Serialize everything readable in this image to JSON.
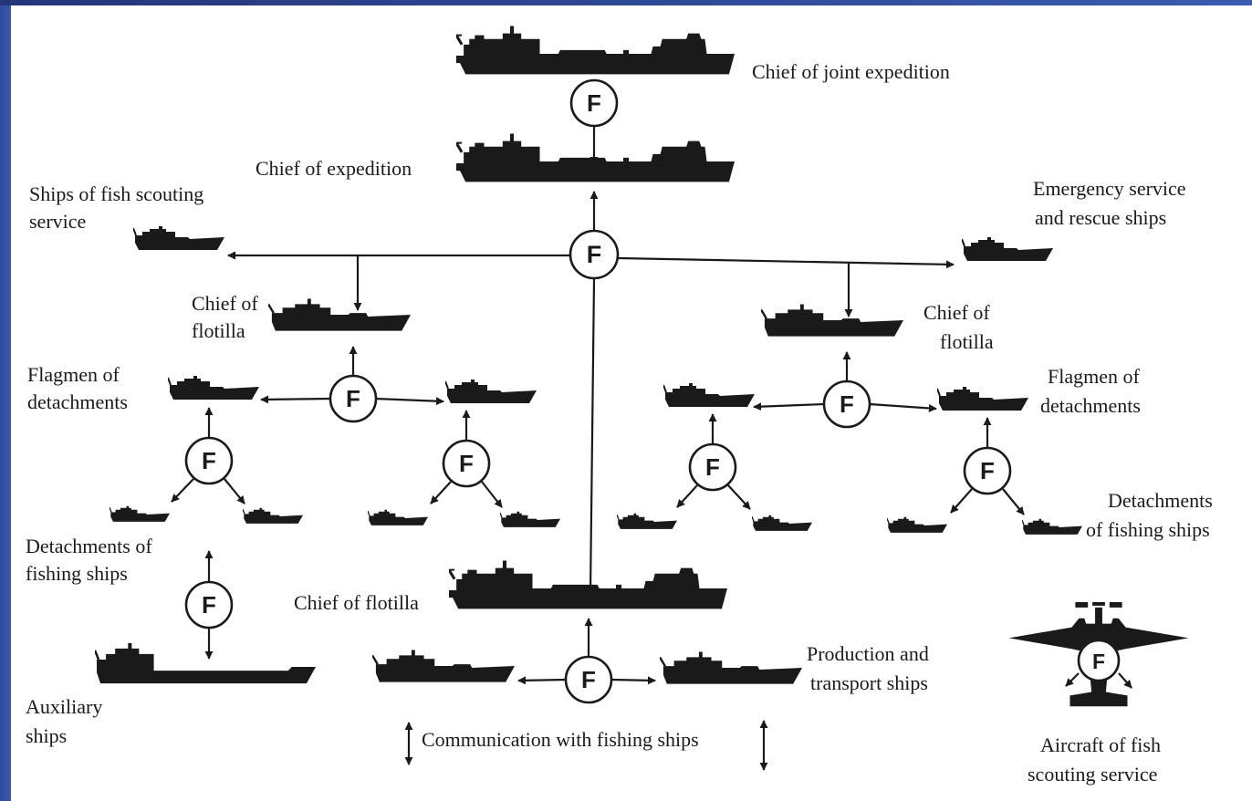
{
  "node_symbol": "F",
  "labels": {
    "chief_joint": "Chief of joint expedition",
    "chief_expedition": "Chief of  expedition",
    "scouting_ships_l1": "Ships of fish scouting",
    "scouting_ships_l2": "service",
    "emergency_l1": "Emergency service",
    "emergency_l2": "and rescue ships",
    "flotilla_left_l1": "Chief of",
    "flotilla_left_l2": "flotilla",
    "flotilla_right_l1": "Chief of",
    "flotilla_right_l2": "flotilla",
    "flagmen_left_l1": "Flagmen of",
    "flagmen_left_l2": "detachments",
    "flagmen_right_l1": "Flagmen of",
    "flagmen_right_l2": "detachments",
    "detach_left_l1": "Detachments of",
    "detach_left_l2": "fishing ships",
    "detach_right_l1": "Detachments",
    "detach_right_l2": "of fishing ships",
    "chief_flotilla_bottom": "Chief of flotilla",
    "production_l1": "Production and",
    "production_l2": "transport ships",
    "auxiliary_l1": "Auxiliary",
    "auxiliary_l2": "ships",
    "communication": "Communication with fishing ships",
    "aircraft_l1": "Aircraft of fish",
    "aircraft_l2": "scouting service"
  },
  "icons": {
    "large_ship": "cargo-ship-silhouette-icon",
    "small_ship": "fishing-ship-silhouette-icon",
    "aircraft": "aircraft-silhouette-icon",
    "node": "f-radio-node-icon"
  },
  "colors": {
    "ink": "#1a1a1a",
    "frame_blue": "#2f4a9c",
    "paper": "#ffffff"
  }
}
